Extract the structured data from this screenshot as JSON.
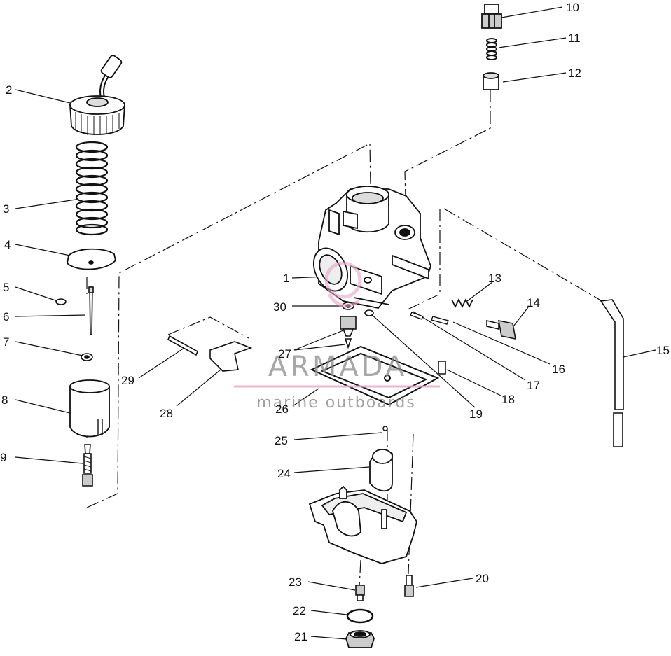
{
  "callouts": [
    {
      "id": "1",
      "label": "1"
    },
    {
      "id": "2",
      "label": "2"
    },
    {
      "id": "3",
      "label": "3"
    },
    {
      "id": "4",
      "label": "4"
    },
    {
      "id": "5",
      "label": "5"
    },
    {
      "id": "6",
      "label": "6"
    },
    {
      "id": "7",
      "label": "7"
    },
    {
      "id": "8",
      "label": "8"
    },
    {
      "id": "9",
      "label": "9"
    },
    {
      "id": "10",
      "label": "10"
    },
    {
      "id": "11",
      "label": "11"
    },
    {
      "id": "12",
      "label": "12"
    },
    {
      "id": "13",
      "label": "13"
    },
    {
      "id": "14",
      "label": "14"
    },
    {
      "id": "15",
      "label": "15"
    },
    {
      "id": "16",
      "label": "16"
    },
    {
      "id": "17",
      "label": "17"
    },
    {
      "id": "18",
      "label": "18"
    },
    {
      "id": "19",
      "label": "19"
    },
    {
      "id": "20",
      "label": "20"
    },
    {
      "id": "21",
      "label": "21"
    },
    {
      "id": "22",
      "label": "22"
    },
    {
      "id": "23",
      "label": "23"
    },
    {
      "id": "24",
      "label": "24"
    },
    {
      "id": "25",
      "label": "25"
    },
    {
      "id": "26",
      "label": "26"
    },
    {
      "id": "27",
      "label": "27"
    },
    {
      "id": "28",
      "label": "28"
    },
    {
      "id": "29",
      "label": "29"
    },
    {
      "id": "30",
      "label": "30"
    }
  ],
  "watermark": {
    "brand": "ARMADA",
    "tagline": "marine outboards",
    "brand_color": "#8a8a8a",
    "accent_color": "#e8a5c4"
  }
}
